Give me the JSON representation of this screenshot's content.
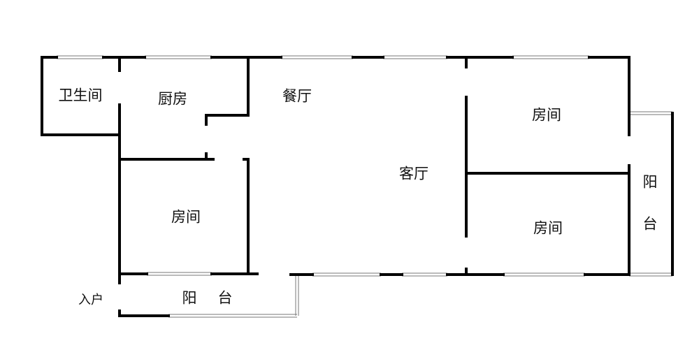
{
  "rooms": {
    "bathroom": "卫生间",
    "kitchen": "厨房",
    "dining": "餐厅",
    "living": "客厅",
    "bedroom_top_right": "房间",
    "bedroom_bottom_right": "房间",
    "bedroom_left": "房间",
    "entrance": "入户",
    "balcony_right_1": "阳",
    "balcony_right_2": "台",
    "balcony_bottom_1": "阳",
    "balcony_bottom_2": "台"
  },
  "colors": {
    "wall": "#000000",
    "window": "#777777",
    "background": "#ffffff"
  }
}
